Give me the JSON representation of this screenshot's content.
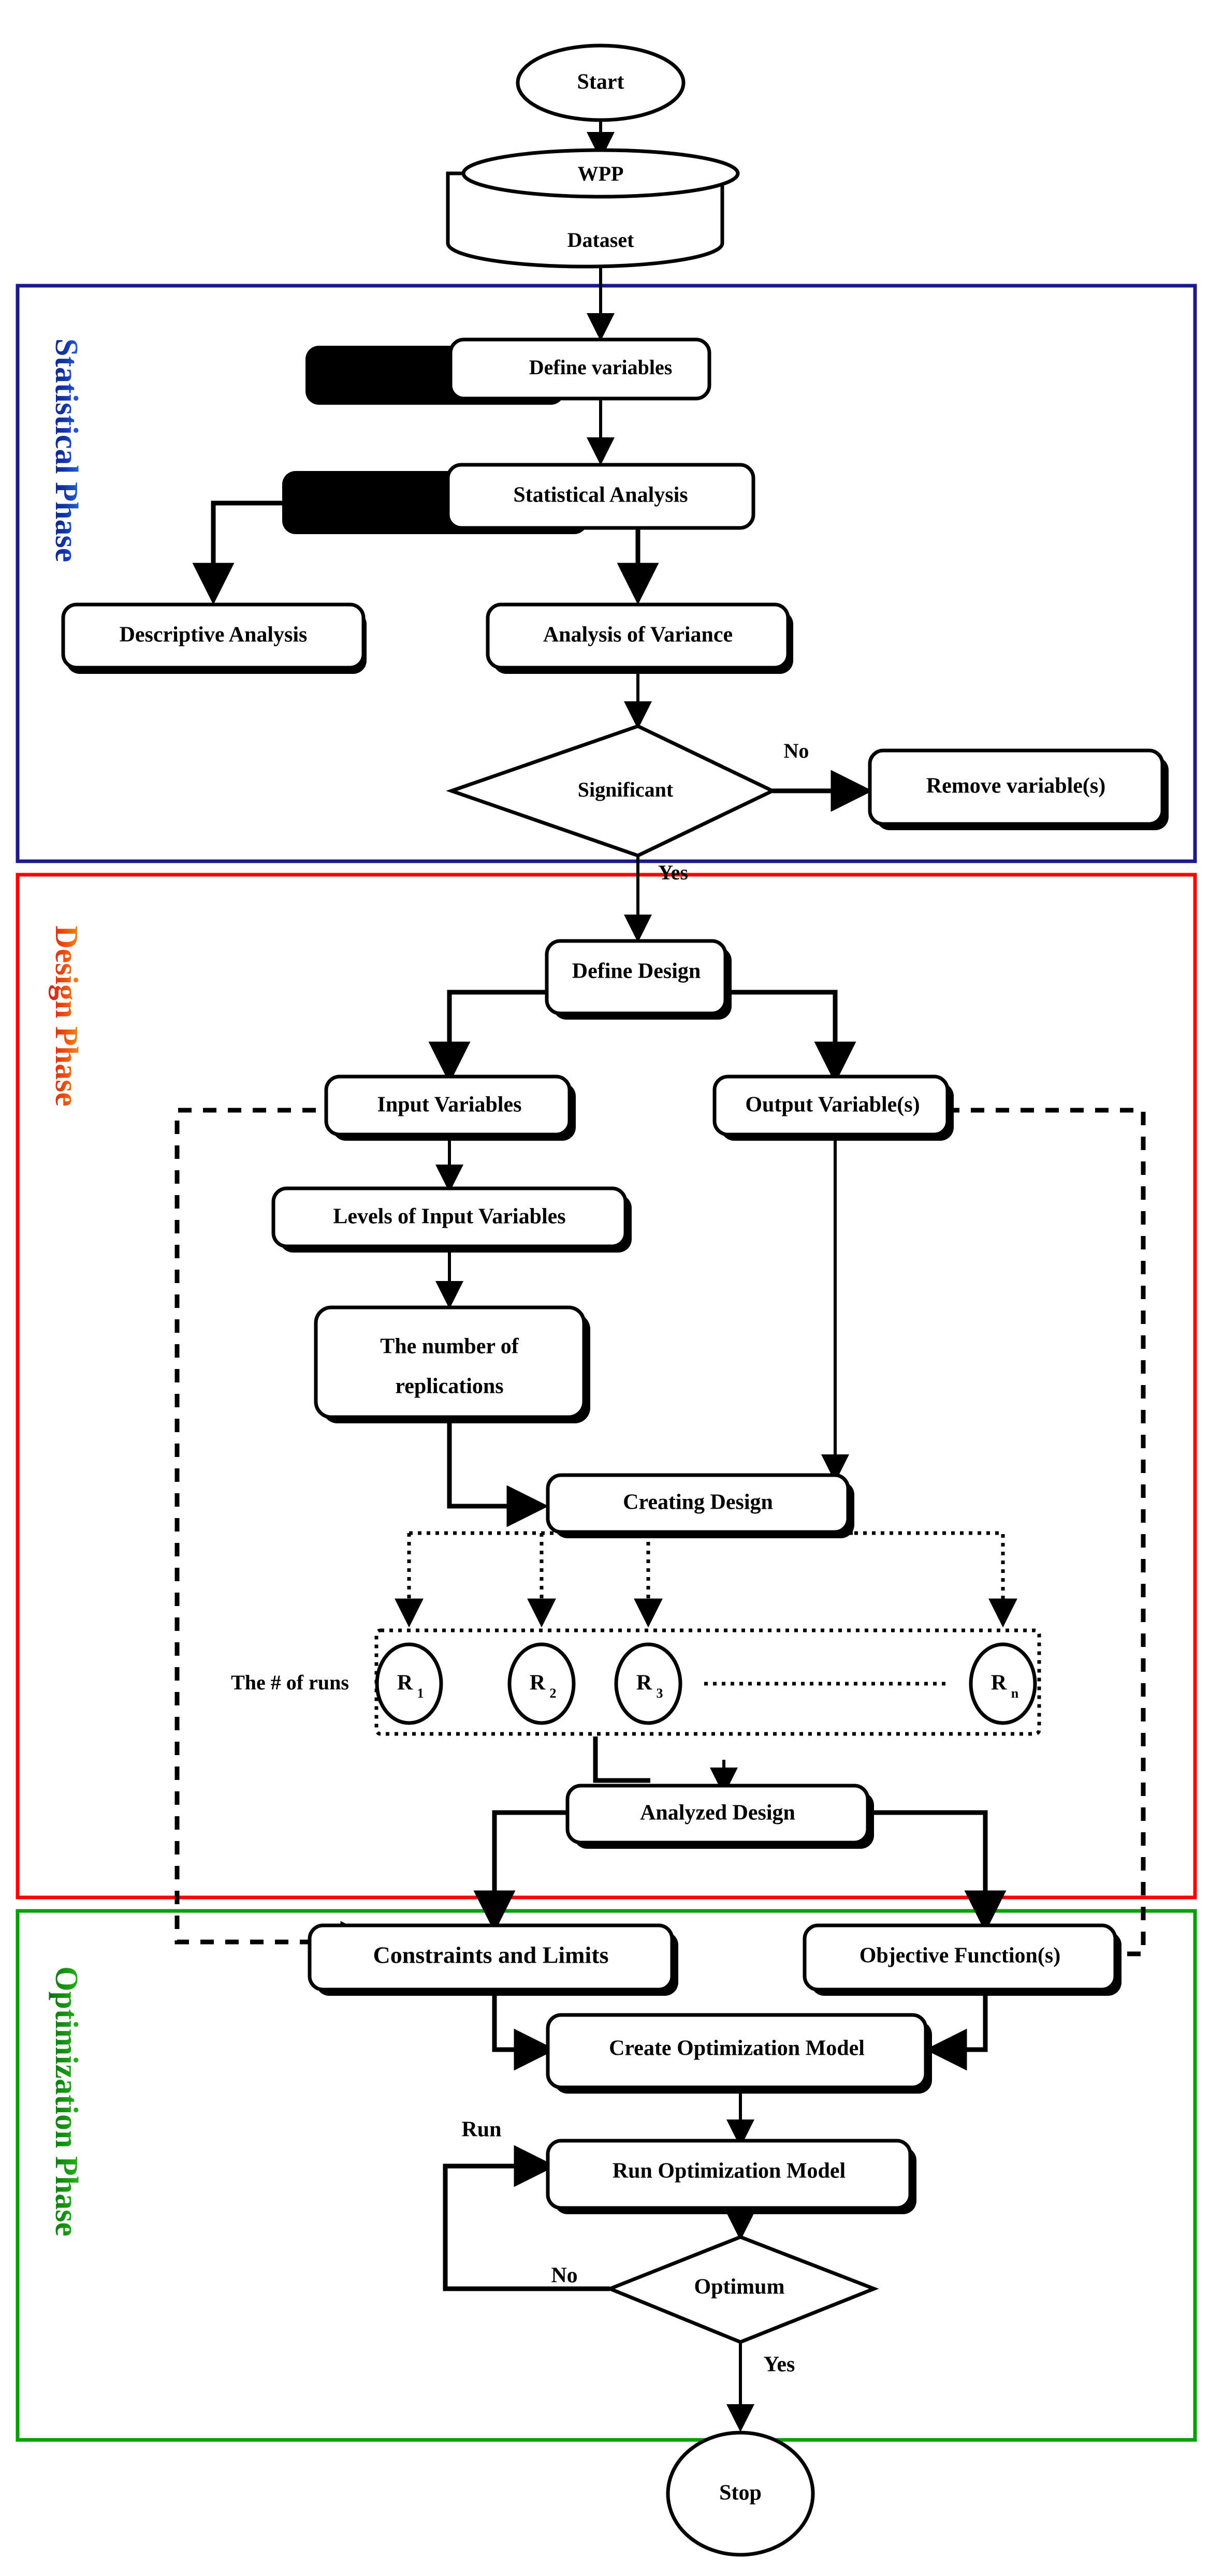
{
  "diagram": {
    "title": "Three-phase methodology flowchart",
    "phases": [
      {
        "id": "statistical",
        "label": "Statistical Phase",
        "color": "#1a1a8c",
        "label_color": "#1f4fd8"
      },
      {
        "id": "design",
        "label": "Design Phase",
        "color": "#ff0000",
        "label_color": "#e8440e"
      },
      {
        "id": "optimization",
        "label": "Optimization Phase",
        "color": "#00a000",
        "label_color": "#15951b"
      }
    ],
    "nodes": {
      "start": "Start",
      "dataset_line1": "WPP",
      "dataset_line2": "Dataset",
      "define_variables": "Define variables",
      "statistical_analysis": "Statistical Analysis",
      "descriptive_analysis": "Descriptive Analysis",
      "analysis_of_variance": "Analysis of Variance",
      "significant": "Significant",
      "remove_variables": "Remove variable(s)",
      "define_design": "Define Design",
      "input_variables": "Input Variables",
      "output_variables": "Output Variable(s)",
      "levels_of_input": "Levels of Input Variables",
      "replications_line1": "The number of",
      "replications_line2": "replications",
      "creating_design": "Creating Design",
      "runs_label": "The # of runs",
      "run_1": "R",
      "run_1_sub": "1",
      "run_2": "R",
      "run_2_sub": "2",
      "run_3": "R",
      "run_3_sub": "3",
      "run_n": "R",
      "run_n_sub": "n",
      "analyzed_design": "Analyzed Design",
      "constraints_and_limits": "Constraints and Limits",
      "objective_functions": "Objective Function(s)",
      "create_optimization_model": "Create Optimization Model",
      "run_optimization_model": "Run Optimization Model",
      "optimum": "Optimum",
      "stop": "Stop"
    },
    "edge_labels": {
      "significant_no": "No",
      "significant_yes": "Yes",
      "optimum_no": "No",
      "optimum_yes": "Yes",
      "run_loop": "Run"
    }
  }
}
